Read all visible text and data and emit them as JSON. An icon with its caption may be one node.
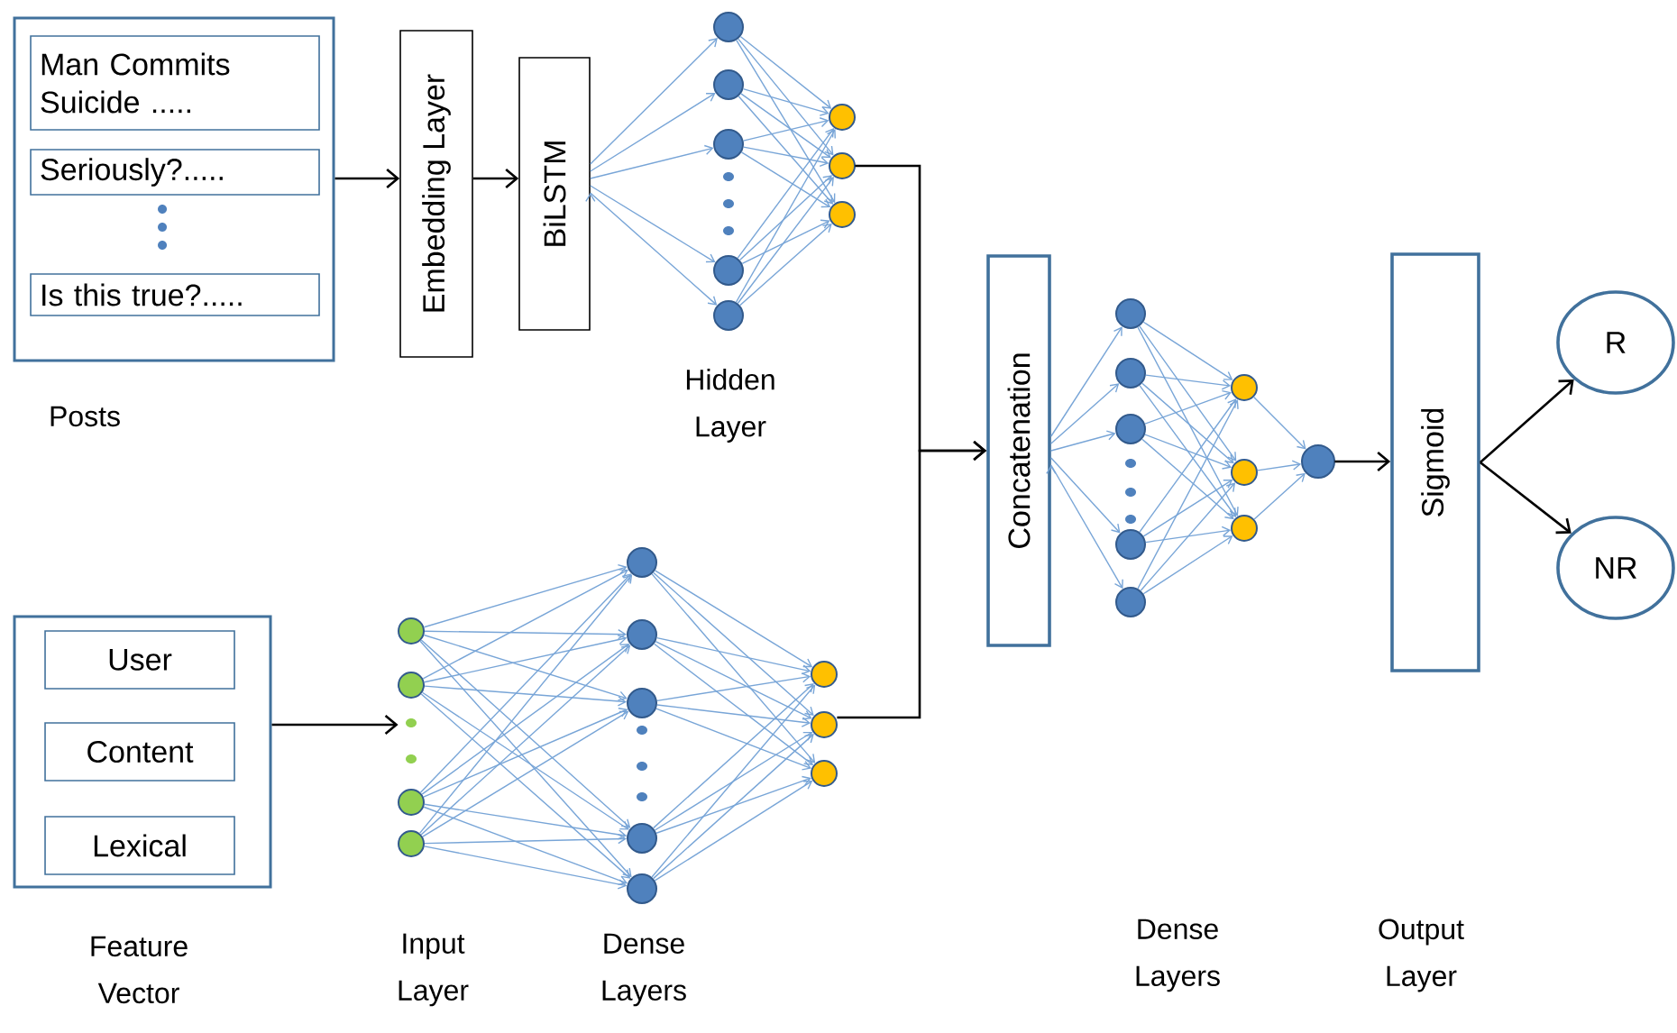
{
  "diagram": {
    "nodes": [
      {
        "text": [],
        "shape": "box",
        "beside": [
          "Posts"
        ]
      },
      {
        "text": [
          "Man Commits Suicide ....."
        ],
        "in": 0
      },
      {
        "text": [
          "Seriously?....."
        ],
        "in": 0
      },
      {
        "text": [
          "Is this true?....."
        ],
        "in": 0
      },
      {
        "text": [
          "Embedding Layer"
        ]
      },
      {
        "text": [
          "BiLSTM"
        ]
      },
      {
        "text": [],
        "shape": "picture",
        "beside": [
          "Hidden Layer"
        ]
      },
      {
        "text": [],
        "shape": "box",
        "beside": [
          "Feature Vector"
        ]
      },
      {
        "text": [
          "User"
        ],
        "in": 7
      },
      {
        "text": [
          "Content"
        ],
        "in": 7
      },
      {
        "text": [
          "Lexical"
        ],
        "in": 7
      },
      {
        "text": [],
        "shape": "picture",
        "beside": [
          "Input Layer",
          "Dense Layers"
        ]
      },
      {
        "text": [
          "Concatenation"
        ]
      },
      {
        "text": [],
        "shape": "picture"
      },
      {
        "text": [
          "Sigmoid"
        ]
      },
      {
        "text": [
          "R"
        ]
      },
      {
        "text": [
          "NR"
        ]
      }
    ],
    "edges": [
      {
        "from": 0,
        "to": 4,
        "arrow": "to"
      },
      {
        "from": 4,
        "to": 5,
        "arrow": "to"
      },
      {
        "from": 5,
        "to": 6,
        "arrow": "to",
        "color": "#78a5d7"
      },
      {
        "from": 6,
        "to": 12,
        "arrow": "to"
      },
      {
        "from": 11,
        "to": 12,
        "arrow": "to"
      },
      {
        "from": 7,
        "to": 11,
        "arrow": "to"
      },
      {
        "from": 12,
        "to": 13,
        "arrow": "to",
        "color": "#78a5d7"
      },
      {
        "from": 13,
        "to": 14,
        "arrow": "to"
      },
      {
        "from": 14,
        "to": 15,
        "arrow": "to"
      },
      {
        "from": 14,
        "to": 16,
        "arrow": "to"
      }
    ],
    "labels": [
      "Dense Layers",
      "Output Layer"
    ]
  }
}
